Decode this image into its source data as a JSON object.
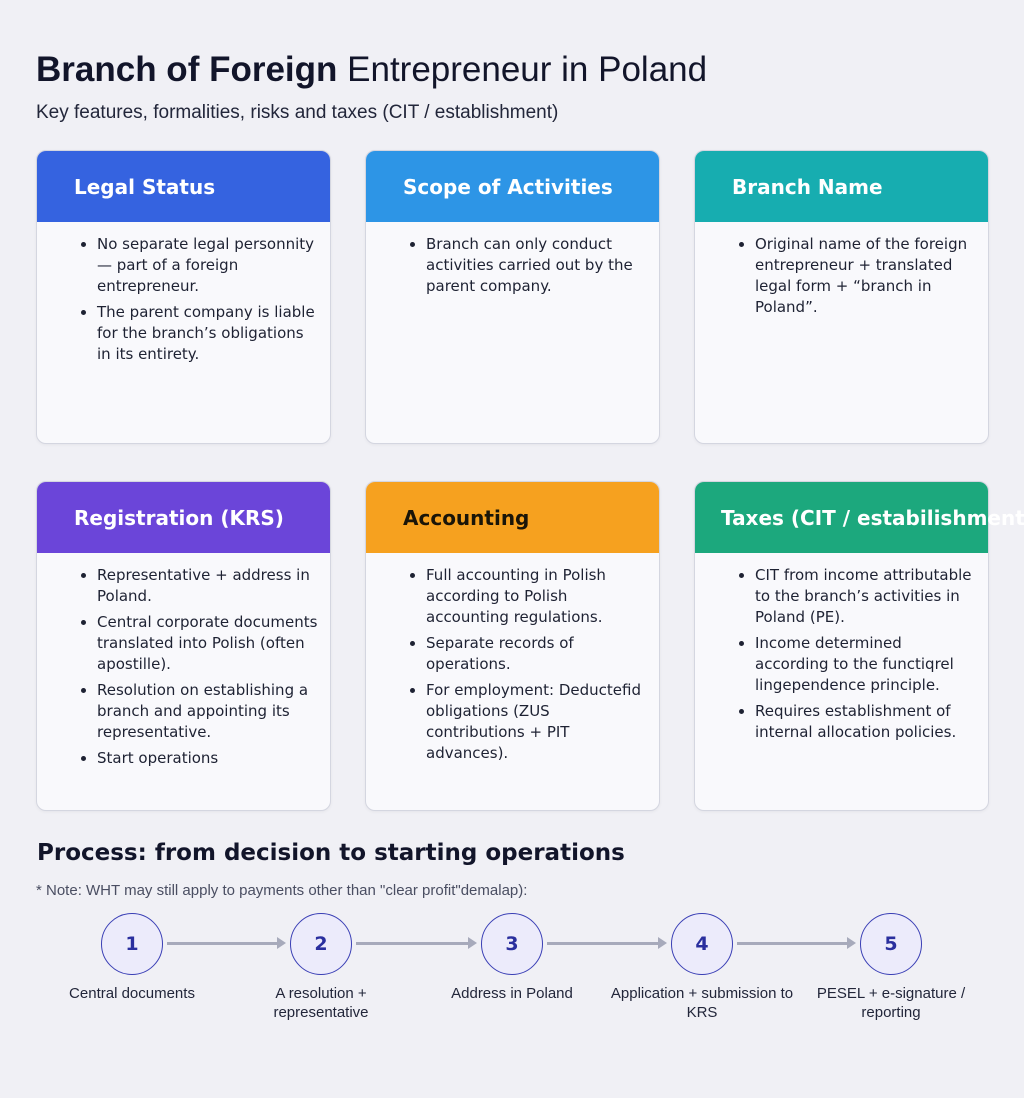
{
  "header": {
    "title_bold": "Branch of Foreign",
    "title_rest": "Entrepreneur in Poland",
    "subtitle": "Key features, formalities, risks and taxes (CIT / establishment)"
  },
  "colors": {
    "legal": "#3563e0",
    "scope": "#2d95e6",
    "name": "#17adb0",
    "registration": "#6b45d9",
    "accounting": "#f6a11f",
    "taxes": "#1ca87d"
  },
  "cards": [
    {
      "title": "Legal Status",
      "items": [
        "No separate legal personnity — part of a foreign entrepreneur.",
        "The parent company is liable for the branch’s obligations in its entirety."
      ]
    },
    {
      "title": "Scope of Activities",
      "items": [
        "Branch can only conduct activities carried out by the parent company."
      ]
    },
    {
      "title": "Branch Name",
      "items": [
        "Original name of the foreign entrepreneur + translated legal form + “branch in Poland”."
      ]
    },
    {
      "title": "Registration (KRS)",
      "items": [
        "Representative + address in Poland.",
        "Central corporate documents translated into Polish (often apostille).",
        "Resolution on establishing a branch and appointing its representative.",
        "Start operations"
      ]
    },
    {
      "title": "Accounting",
      "items": [
        "Full accounting in Polish according to Polish accounting regulations.",
        "Separate records of operations.",
        "For employment: Deductefid obligations (ZUS contributions + PIT advances)."
      ]
    },
    {
      "title": "Taxes (CIT / estabilishment)",
      "items": [
        "CIT from income attributable to the branch’s activities in Poland (PE).",
        "Income determined according to the functiqrel lingependence principle.",
        "Requires establishment of internal allocation policies."
      ]
    }
  ],
  "process": {
    "title": "Process: from decision to starting operations",
    "note": "* Note: WHT may still apply to payments other than \"clear profit\"demalap):",
    "steps": [
      {
        "number": "1",
        "label": "Central documents"
      },
      {
        "number": "2",
        "label": "A resolution + representative"
      },
      {
        "number": "3",
        "label": "Address in Poland"
      },
      {
        "number": "4",
        "label": "Application + submission to KRS"
      },
      {
        "number": "5",
        "label": "PESEL + e-signature / reporting"
      }
    ]
  }
}
